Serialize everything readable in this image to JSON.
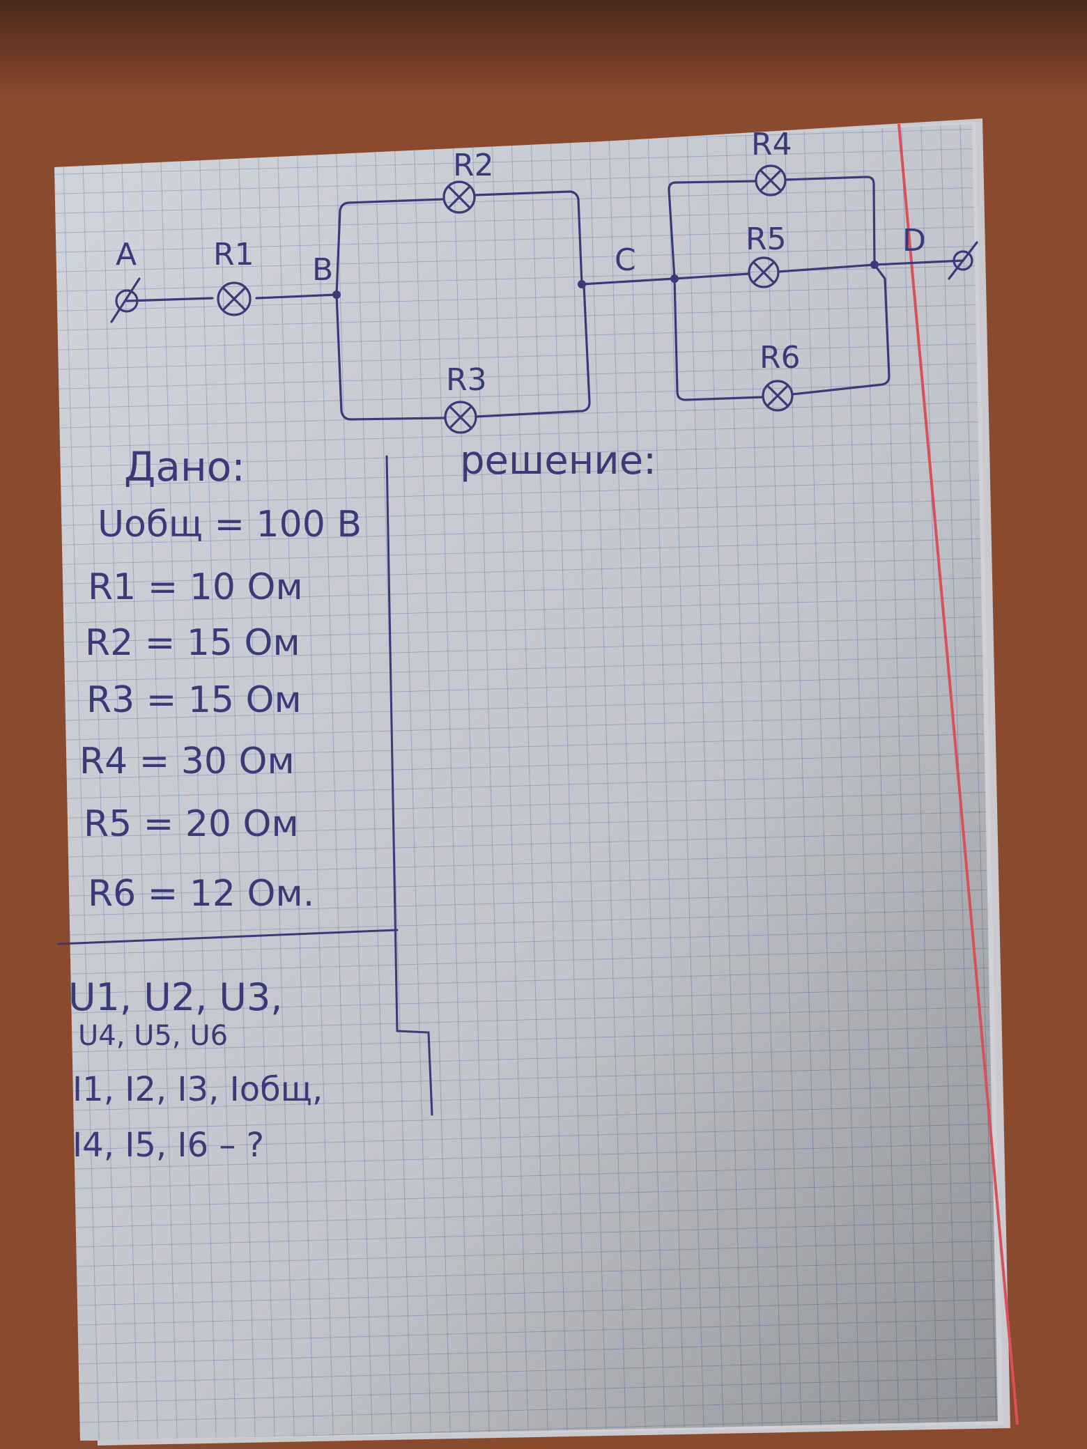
{
  "colors": {
    "table": "#8a4a2e",
    "paper": "#dcdee6",
    "grid": "#9aaed0",
    "margin_line": "#d8505a",
    "ink": "#3a3a78"
  },
  "circuit": {
    "nodes": {
      "a": "A",
      "b": "B",
      "c": "C",
      "d": "D"
    },
    "resistors": {
      "r1": "R1",
      "r2": "R2",
      "r3": "R3",
      "r4": "R4",
      "r5": "R5",
      "r6": "R6"
    }
  },
  "given": {
    "heading": "Дано:",
    "lines": [
      "Uобщ = 100 В",
      "R1 = 10 Ом",
      "R2 = 15 Ом",
      "R3 = 15 Ом",
      "R4 = 30 Ом",
      "R5 = 20 Ом",
      "R6 = 12 Ом."
    ]
  },
  "find": {
    "lines": [
      "U1, U2, U3,",
      "U4, U5, U6",
      "I1, I2, I3, Iобщ,",
      "I4, I5, I6 – ?"
    ]
  },
  "solution": {
    "heading": "решение:"
  }
}
